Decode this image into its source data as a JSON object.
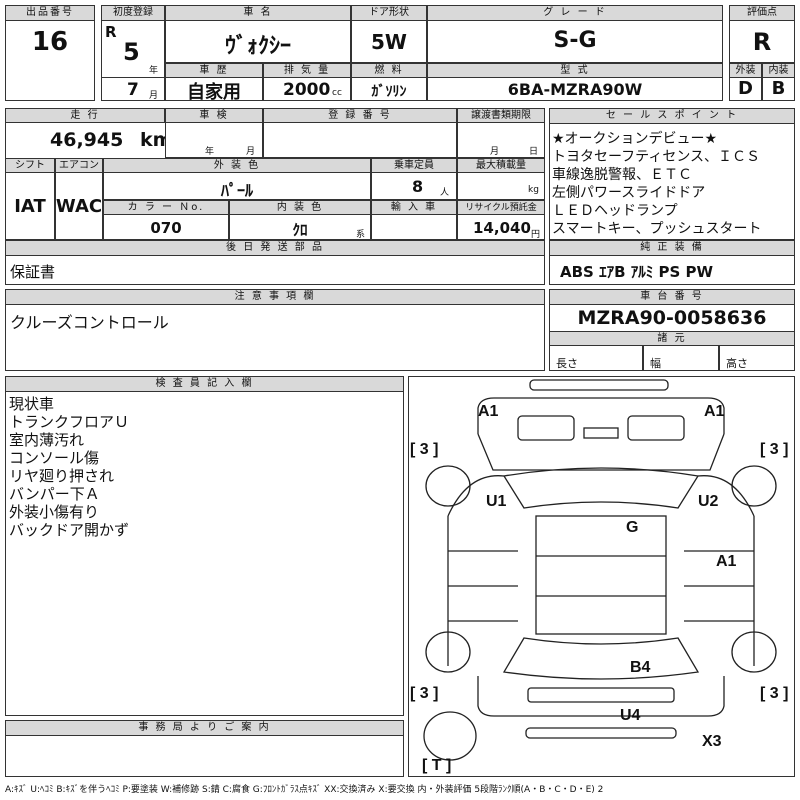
{
  "header": {
    "lot_label": "出品番号",
    "lot_value": "16",
    "first_reg_label": "初度登録",
    "era": "R",
    "year_value": "5",
    "year_unit": "年",
    "month_value": "7",
    "month_unit": "月",
    "car_name_label": "車 名",
    "car_name_value": "ｳﾞｫｸｼｰ",
    "history_label": "車 歴",
    "history_value": "自家用",
    "displacement_label": "排 気 量",
    "displacement_value": "2000",
    "displacement_unit": "cc",
    "doors_label": "ドア形状",
    "doors_value": "5W",
    "fuel_label": "燃 料",
    "fuel_value": "ｶﾞｿﾘﾝ",
    "grade_label": "グ レ ー ド",
    "grade_value": "S-G",
    "model_label": "型 式",
    "model_value": "6BA-MZRA90W",
    "score_label": "評価点",
    "score_value": "R",
    "exterior_label": "外装",
    "exterior_value": "D",
    "interior_label": "内装",
    "interior_value": "B"
  },
  "details": {
    "mileage_label": "走 行",
    "mileage_value": "46,945",
    "mileage_unit": "km",
    "inspection_label": "車 検",
    "inspection_year": "年",
    "inspection_month": "月",
    "reg_no_label": "登 録 番 号",
    "transfer_label": "譲渡書類期限",
    "transfer_month": "月",
    "transfer_day": "日",
    "shift_label": "シフト",
    "shift_value": "IAT",
    "ac_label": "エアコン",
    "ac_value": "WAC",
    "ext_color_label": "外 装 色",
    "ext_color_value": "ﾊﾟｰﾙ",
    "capacity_label": "乗車定員",
    "capacity_value": "8",
    "capacity_unit": "人",
    "load_label": "最大積載量",
    "load_unit": "kg",
    "color_no_label": "カ ラ ー Ｎo.",
    "color_no_value": "070",
    "int_color_label": "内 装 色",
    "int_color_value": "ｸﾛ",
    "int_color_unit": "系",
    "import_label": "輸 入 車",
    "recycle_label": "リサイクル預託金",
    "recycle_value": "14,040",
    "recycle_unit": "円",
    "later_label": "後 日 発 送 部 品",
    "later_value": "保証書"
  },
  "sales_points": {
    "label": "セ ー ル ス ポ イ ン ト",
    "items": [
      "★オークションデビュー★",
      "トヨタセーフティセンス、ＩＣＳ",
      "車線逸脱警報、ＥＴＣ",
      "左側パワースライドドア",
      "ＬＥＤヘッドランプ",
      "スマートキー、プッシュスタート"
    ]
  },
  "equipment": {
    "label": "純 正 装 備",
    "value": "ABS ｴｱB ｱﾙﾐ PS PW"
  },
  "notes": {
    "label": "注 意 事 項 欄",
    "value": "クルーズコントロール"
  },
  "chassis": {
    "label": "車 台 番 号",
    "value": "MZRA90-0058636",
    "dims_label": "諸 元",
    "length_label": "長さ",
    "width_label": "幅",
    "height_label": "高さ"
  },
  "inspector": {
    "label": "検 査 員 記 入 欄",
    "items": [
      "現状車",
      "トランクフロアＵ",
      "室内薄汚れ",
      "コンソール傷",
      "リヤ廻り押され",
      "バンパー下Ａ",
      "外装小傷有り",
      "バックドア開かず"
    ]
  },
  "office": {
    "label": "事 務 局 よ り ご 案 内"
  },
  "diagram": {
    "marks": [
      {
        "id": "a1-front-left",
        "text": "A1"
      },
      {
        "id": "a1-front-right",
        "text": "A1"
      },
      {
        "id": "tire-fl",
        "text": "[ 3 ]"
      },
      {
        "id": "tire-fr",
        "text": "[ 3 ]"
      },
      {
        "id": "u1",
        "text": "U1"
      },
      {
        "id": "u2",
        "text": "U2"
      },
      {
        "id": "g",
        "text": "G"
      },
      {
        "id": "a1-right",
        "text": "A1"
      },
      {
        "id": "b4",
        "text": "B4"
      },
      {
        "id": "tire-rl",
        "text": "[ 3 ]"
      },
      {
        "id": "tire-rr",
        "text": "[ 3 ]"
      },
      {
        "id": "u4",
        "text": "U4"
      },
      {
        "id": "x3",
        "text": "X3"
      },
      {
        "id": "spare",
        "text": "[ T ]"
      }
    ]
  },
  "legend": "A:ｷｽﾞ U:ﾍｺﾐ B:ｷｽﾞを伴うﾍｺﾐ P:要塗装 W:補修跡 S:錆 C:腐食 G:ﾌﾛﾝﾄｶﾞﾗｽ点ｷｽﾞ XX:交換済み X:要交換 内・外装評価 5段階ﾗﾝｸ順(A・B・C・D・E) 2"
}
